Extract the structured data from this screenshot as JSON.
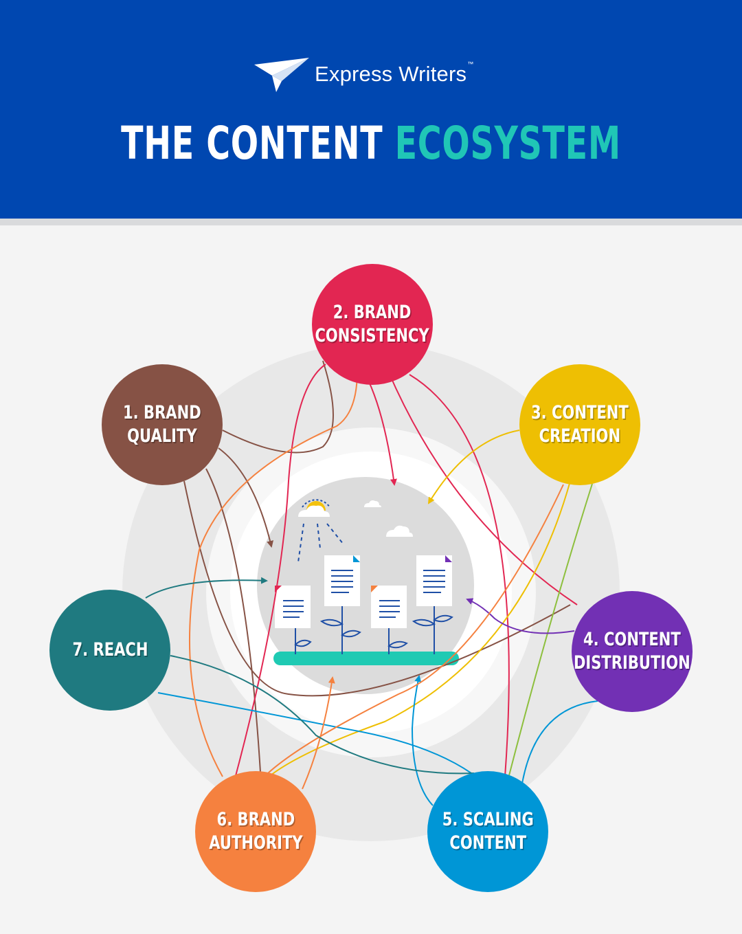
{
  "header": {
    "brand_name": "Express Writers",
    "brand_tm": "™",
    "title_part1": "THE CONTENT",
    "title_part2": "ECOSYSTEM"
  },
  "nodes": [
    {
      "id": "brand-quality",
      "lines": [
        "1. BRAND",
        "QUALITY"
      ],
      "color": "#865245"
    },
    {
      "id": "brand-consistency",
      "lines": [
        "2. BRAND",
        "CONSISTENCY"
      ],
      "color": "#e22652"
    },
    {
      "id": "content-creation",
      "lines": [
        "3. CONTENT",
        "CREATION"
      ],
      "color": "#eebf03"
    },
    {
      "id": "content-distribution",
      "lines": [
        "4. CONTENT",
        "DISTRIBUTION"
      ],
      "color": "#7230b4"
    },
    {
      "id": "scaling-content",
      "lines": [
        "5. SCALING",
        "CONTENT"
      ],
      "color": "#0096d6"
    },
    {
      "id": "brand-authority",
      "lines": [
        "6. BRAND",
        "AUTHORITY"
      ],
      "color": "#f5813f"
    },
    {
      "id": "reach",
      "lines": [
        "7. REACH"
      ],
      "color": "#1f7a80"
    }
  ],
  "colors": {
    "header_bg": "#0047b0",
    "accent_teal": "#20c6b6",
    "ground_bar": "#1fcab3",
    "page_bg": "#f4f4f4"
  },
  "icons": [
    "paper-plane-logo-icon",
    "sun-cloud-icon",
    "cloud-icon",
    "document-plant-icon"
  ]
}
